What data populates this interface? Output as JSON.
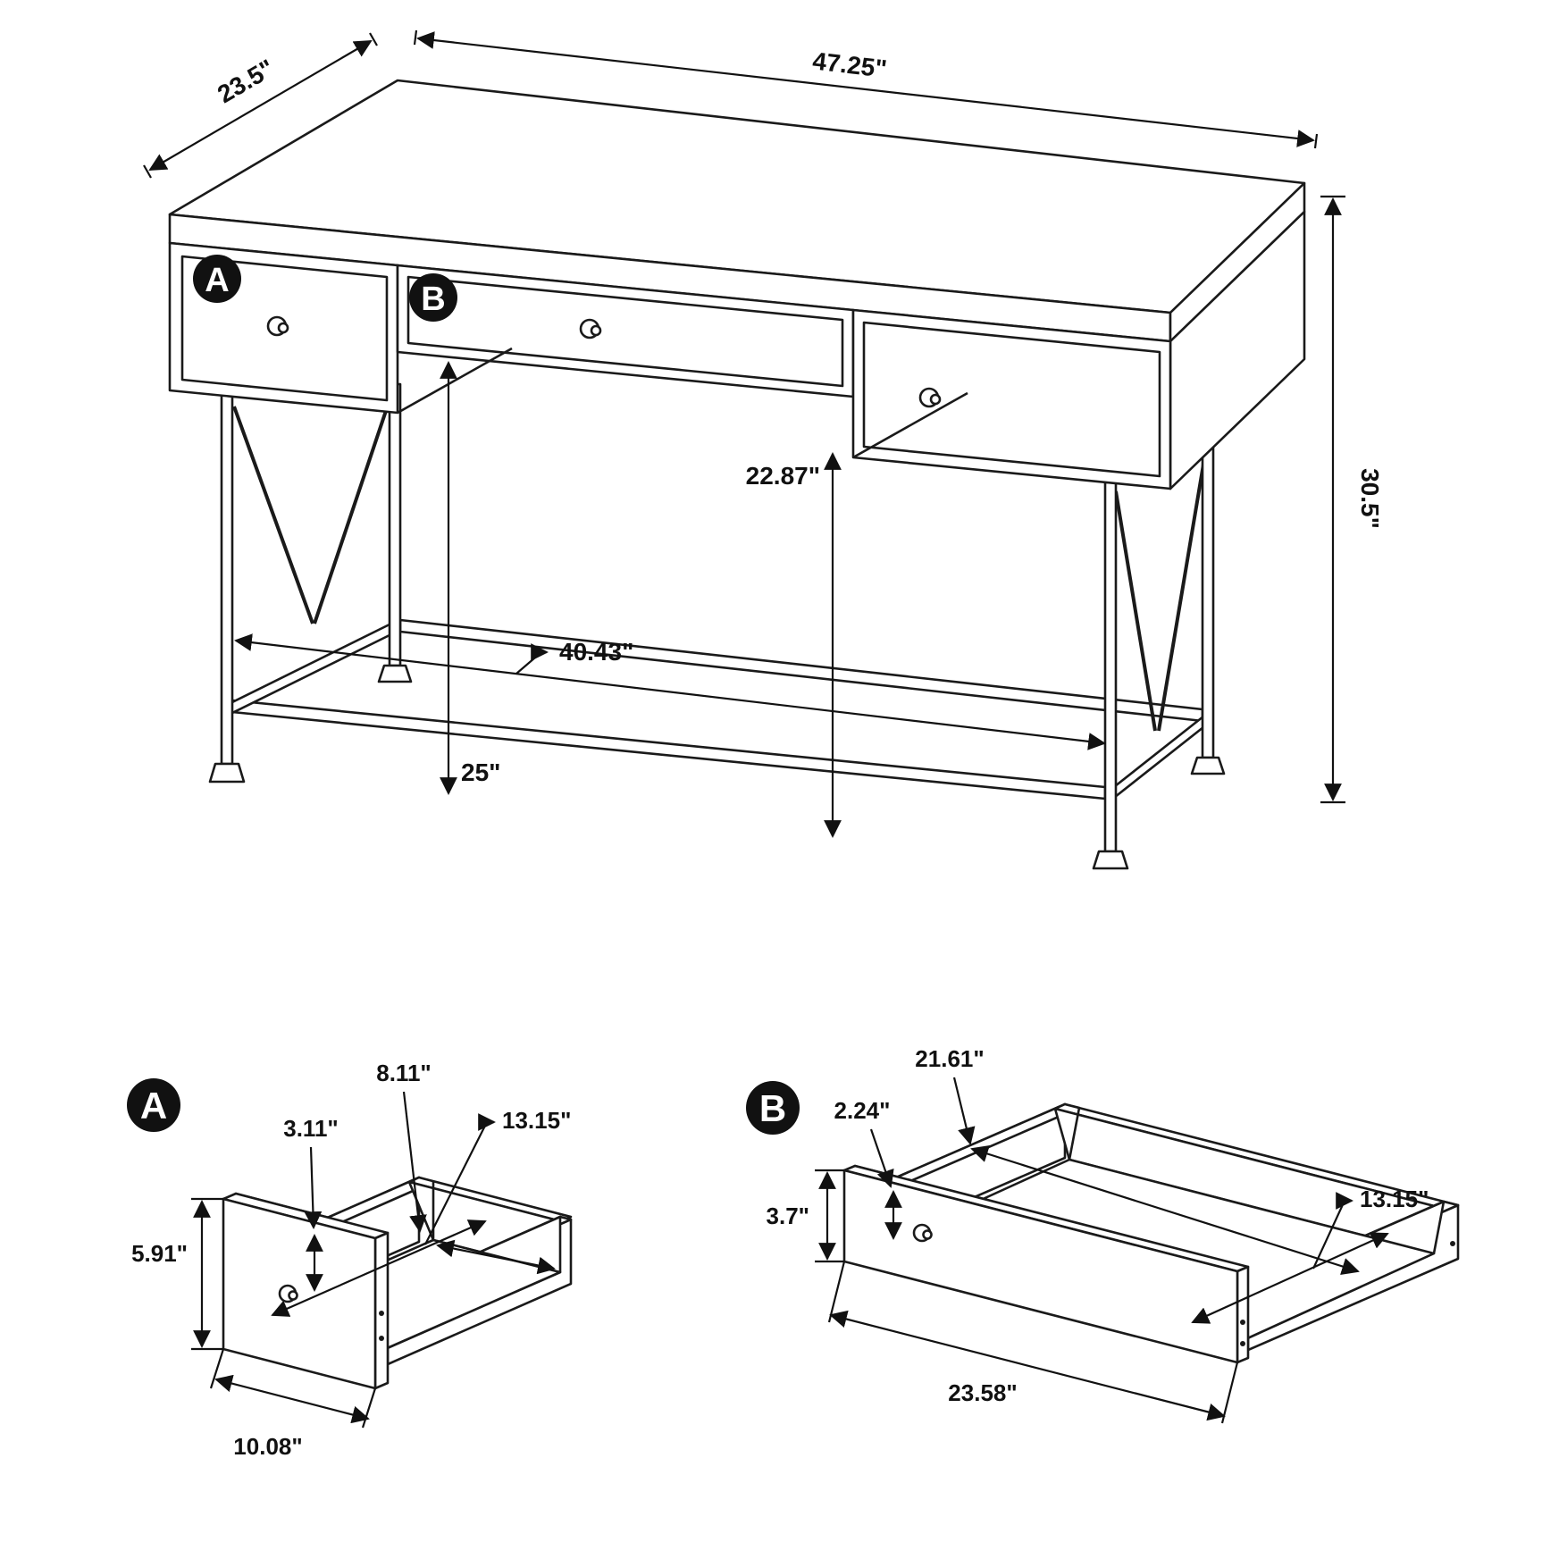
{
  "diagram": {
    "kind": "furniture-dimension-diagram",
    "product": "writing desk with three drawers",
    "views": {
      "main": {
        "callout_a": "A",
        "callout_b": "B",
        "dimensions": {
          "depth": "23.5\"",
          "width": "47.25\"",
          "height": "30.5\"",
          "clearance_height": "22.87\"",
          "knee_height": "25\"",
          "leg_span": "40.43\""
        }
      },
      "drawer_a": {
        "callout": "A",
        "dimensions": {
          "interior_width": "8.11\"",
          "interior_height": "3.11\"",
          "interior_depth": "13.15\"",
          "front_height": "5.91\"",
          "front_width": "10.08\""
        }
      },
      "drawer_b": {
        "callout": "B",
        "dimensions": {
          "interior_width": "21.61\"",
          "interior_height": "2.24\"",
          "interior_depth": "13.15\"",
          "front_height": "3.7\"",
          "front_width": "23.58\""
        }
      }
    },
    "colors": {
      "line": "#1a1a1a",
      "background": "#ffffff",
      "badge": "#111111",
      "badge_text": "#ffffff"
    }
  }
}
